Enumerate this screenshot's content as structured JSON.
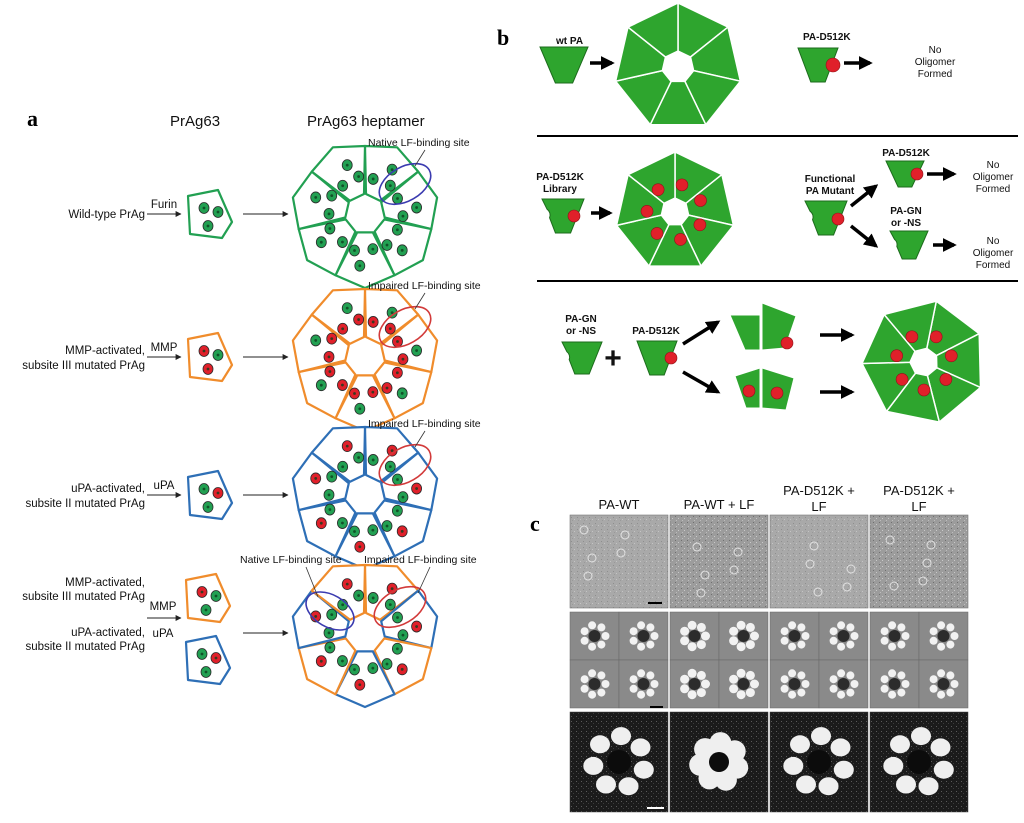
{
  "panels": {
    "a": "a",
    "b": "b",
    "c": "c"
  },
  "panel_a": {
    "col_monomer": "PrAg63",
    "col_heptamer": "PrAg63 heptamer",
    "rows": [
      {
        "label_lines": [
          "Wild-type PrAg"
        ],
        "proteases": [
          "Furin"
        ],
        "site_labels": [
          "Native LF-binding site"
        ]
      },
      {
        "label_lines": [
          "MMP-activated,",
          "subsite III mutated PrAg"
        ],
        "proteases": [
          "MMP"
        ],
        "site_labels": [
          "Impaired LF-binding site"
        ]
      },
      {
        "label_lines": [
          "uPA-activated,",
          "subsite II mutated PrAg"
        ],
        "proteases": [
          "uPA"
        ],
        "site_labels": [
          "Impaired LF-binding site"
        ]
      },
      {
        "label_lines": [
          "MMP-activated,",
          "subsite III mutated PrAg",
          "uPA-activated,",
          "subsite II mutated PrAg"
        ],
        "proteases": [
          "MMP",
          "uPA"
        ],
        "site_labels": [
          "Native LF-binding site",
          "Impaired LF-binding site"
        ]
      }
    ]
  },
  "panel_b": {
    "row1": {
      "wt": "wt PA",
      "mut": "PA-D512K",
      "no_oligomer": [
        "No",
        "Oligomer",
        "Formed"
      ]
    },
    "row2": {
      "library": [
        "PA-D512K",
        "Library"
      ],
      "functional": [
        "Functional",
        "PA Mutant"
      ],
      "top": "PA-D512K",
      "bottom": [
        "PA-GN",
        "or -NS"
      ],
      "no_oligomer": [
        "No",
        "Oligomer",
        "Formed"
      ]
    },
    "row3": {
      "left": [
        "PA-GN",
        "or -NS"
      ],
      "plus": "+",
      "right": "PA-D512K"
    }
  },
  "panel_c": {
    "columns": [
      {
        "lines": [
          "PA-WT"
        ]
      },
      {
        "lines": [
          "PA-WT + LF"
        ]
      },
      {
        "lines": [
          "PA-D512K +",
          "LF"
        ]
      },
      {
        "lines": [
          "PA-D512K +",
          "LF"
        ]
      }
    ]
  },
  "colors": {
    "wt": "#22a052",
    "mmp": "#f08c2c",
    "upa": "#2e6fb6",
    "pa_green": "#2ea52e",
    "red": "#e0202a",
    "site_blue": "#3b3bb0",
    "site_red": "#d23a3a"
  }
}
